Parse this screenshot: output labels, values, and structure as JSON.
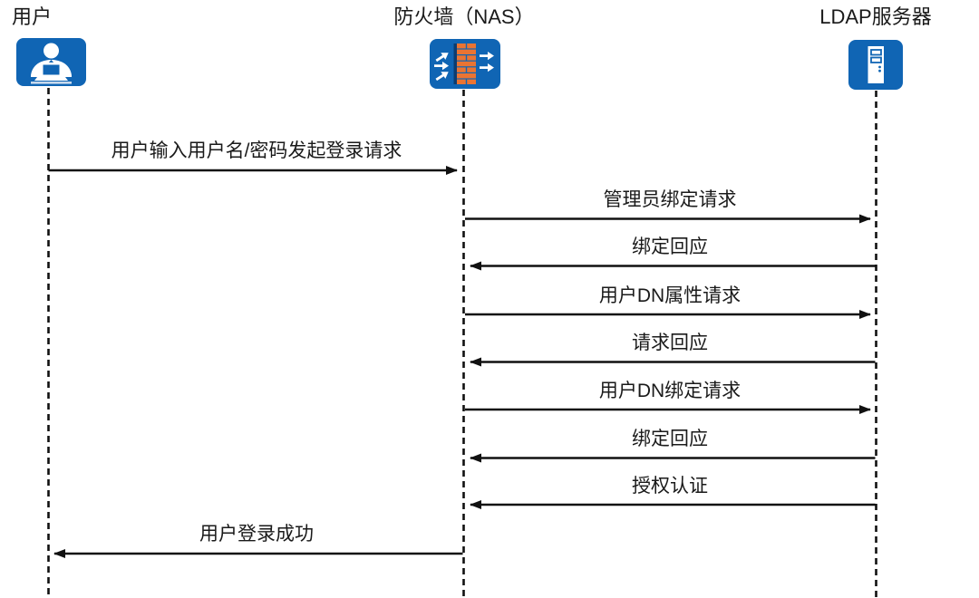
{
  "diagram": {
    "type": "sequence-diagram",
    "actors": [
      {
        "name": "用户",
        "icon": "user-at-laptop-icon"
      },
      {
        "name": "防火墙（NAS）",
        "icon": "firewall-icon"
      },
      {
        "name": "LDAP服务器",
        "icon": "server-icon"
      }
    ],
    "messages": [
      {
        "text": "用户输入用户名/密码发起登录请求",
        "from": "用户",
        "to": "防火墙（NAS）"
      },
      {
        "text": "管理员绑定请求",
        "from": "防火墙（NAS）",
        "to": "LDAP服务器"
      },
      {
        "text": "绑定回应",
        "from": "LDAP服务器",
        "to": "防火墙（NAS）"
      },
      {
        "text": "用户DN属性请求",
        "from": "防火墙（NAS）",
        "to": "LDAP服务器"
      },
      {
        "text": "请求回应",
        "from": "LDAP服务器",
        "to": "防火墙（NAS）"
      },
      {
        "text": "用户DN绑定请求",
        "from": "防火墙（NAS）",
        "to": "LDAP服务器"
      },
      {
        "text": "绑定回应",
        "from": "LDAP服务器",
        "to": "防火墙（NAS）"
      },
      {
        "text": "授权认证",
        "from": "LDAP服务器",
        "to": "防火墙（NAS）"
      },
      {
        "text": "用户登录成功",
        "from": "防火墙（NAS）",
        "to": "用户"
      }
    ],
    "colors": {
      "icon_blue": "#1065b4",
      "brick_orange": "#ea7433",
      "line_black": "#111111"
    }
  }
}
